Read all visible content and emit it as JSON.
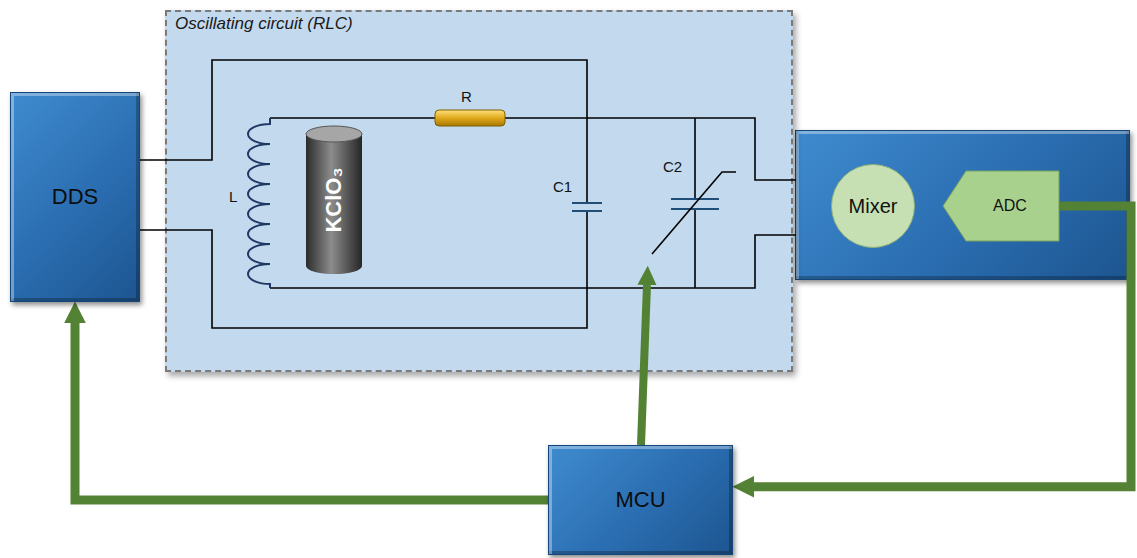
{
  "diagram": {
    "nodes": [
      {
        "text": [
          "DDS"
        ]
      },
      {
        "text": [
          "Oscillating circuit (RLC)"
        ]
      },
      {
        "text": [
          "KClO₃"
        ],
        "in": 1
      },
      {
        "text": [
          "Mixer"
        ]
      },
      {
        "text": [
          "ADC"
        ]
      },
      {
        "text": [
          "MCU"
        ]
      }
    ],
    "edges": [
      {
        "from": 5,
        "to": 0,
        "arrow": "to"
      },
      {
        "from": 4,
        "to": 5,
        "arrow": "to"
      }
    ],
    "labels": [
      "L",
      "R",
      "C1",
      "C2"
    ]
  }
}
